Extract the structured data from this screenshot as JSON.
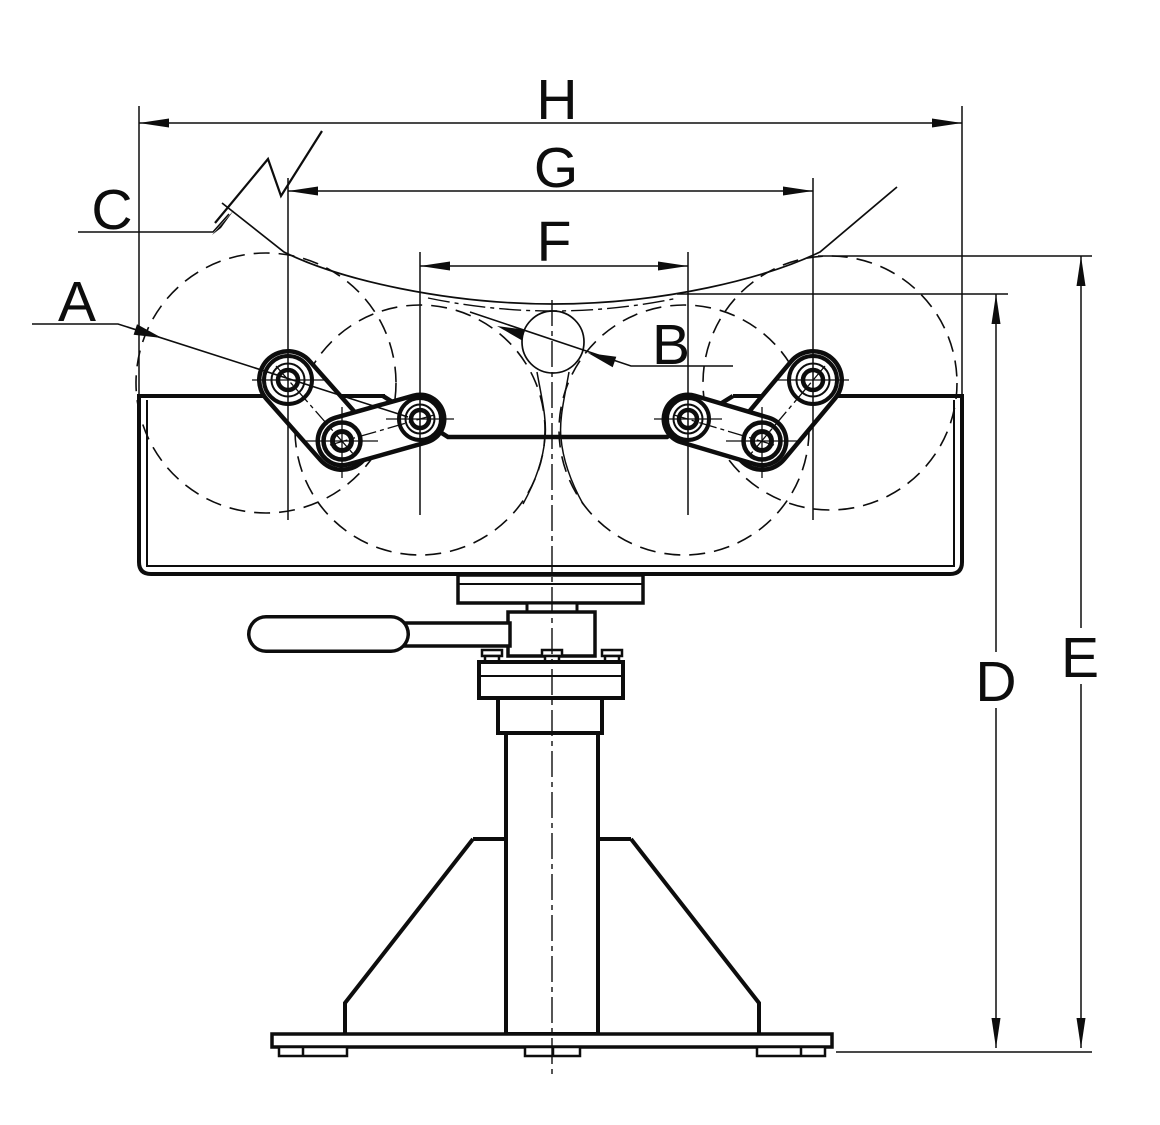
{
  "drawing": {
    "type": "technical-dimension-drawing",
    "subject": "pipe turning roller stand with pedestal base",
    "colors": {
      "line": "#0d0d0d",
      "background": "#ffffff"
    },
    "labels": {
      "overall_width": "H",
      "outer_roller_span": "G",
      "inner_roller_span": "F",
      "roller_callout": "A",
      "small_pipe_callout": "B",
      "large_pipe_callout": "C",
      "saddle_height": "D",
      "overall_height": "E"
    }
  }
}
